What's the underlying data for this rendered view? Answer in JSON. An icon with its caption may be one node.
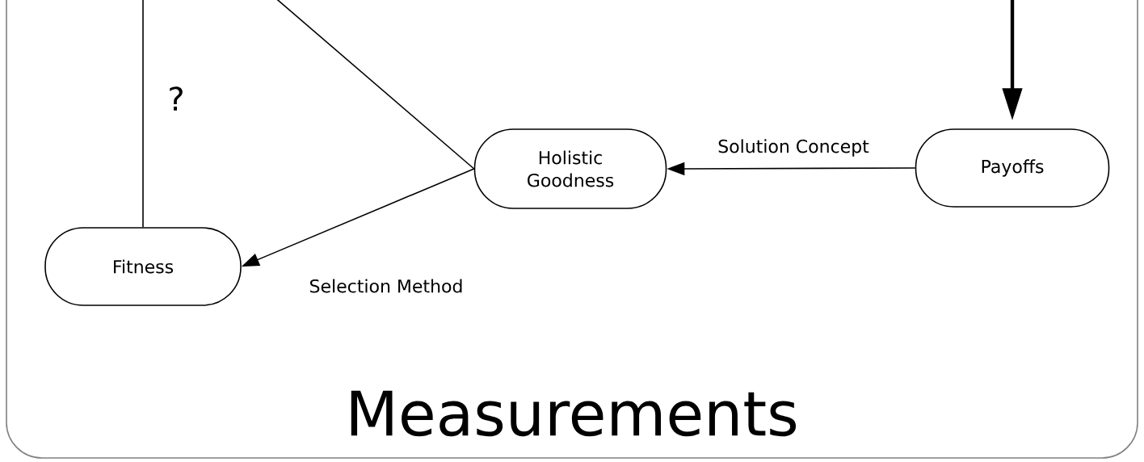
{
  "diagram": {
    "nodes": [
      {
        "text": [
          "Measurements"
        ]
      },
      {
        "text": [
          "Holistic Goodness"
        ],
        "in": 0
      },
      {
        "text": [
          "Payoffs"
        ],
        "in": 0
      },
      {
        "text": [
          "Fitness"
        ],
        "in": 0
      }
    ],
    "edges": [
      {
        "from": null,
        "to": 3,
        "arrow": "none",
        "label": "?"
      },
      {
        "from": null,
        "to": 1,
        "arrow": "none"
      },
      {
        "from": null,
        "to": 2,
        "arrow": "to",
        "style": "thick"
      },
      {
        "from": 2,
        "to": 1,
        "arrow": "to",
        "label": "Solution Concept"
      },
      {
        "from": 1,
        "to": 3,
        "arrow": "to",
        "label": "Selection Method"
      }
    ]
  }
}
